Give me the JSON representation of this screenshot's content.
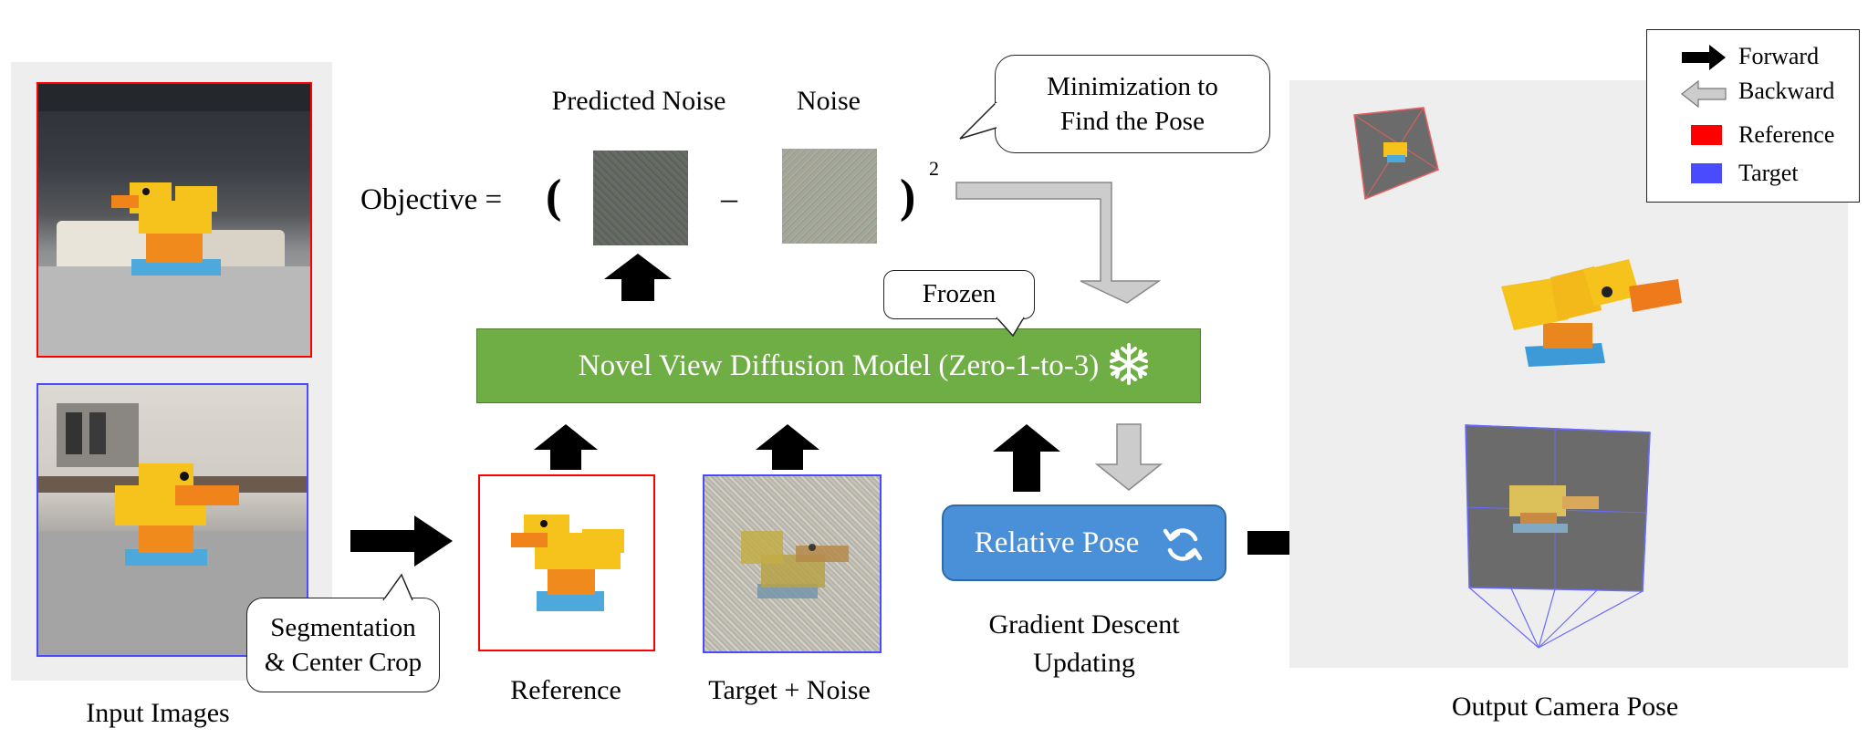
{
  "labels": {
    "input_images": "Input Images",
    "reference": "Reference",
    "target_noise": "Target + Noise",
    "output_camera_pose": "Output Camera Pose",
    "predicted_noise": "Predicted Noise",
    "noise": "Noise",
    "objective": "Objective =",
    "open_paren": "(",
    "minus": "–",
    "close_paren": ")",
    "exponent": "2",
    "gradient_descent_line1": "Gradient Descent",
    "gradient_descent_line2": "Updating"
  },
  "bubbles": {
    "segmentation_line1": "Segmentation",
    "segmentation_line2": "& Center Crop",
    "minimization_line1": "Minimization to",
    "minimization_line2": "Find the Pose",
    "frozen": "Frozen"
  },
  "boxes": {
    "diffusion_model": "Novel View Diffusion Model (Zero-1-to-3)",
    "relative_pose": "Relative Pose"
  },
  "legend": [
    {
      "label": "Forward",
      "kind": "arrow-black"
    },
    {
      "label": "Backward",
      "kind": "arrow-gray"
    },
    {
      "label": "Reference",
      "kind": "swatch",
      "color": "#ff0000"
    },
    {
      "label": "Target",
      "kind": "swatch",
      "color": "#4a4aff"
    }
  ],
  "colors": {
    "reference": "#ff0000",
    "target": "#4a4aff",
    "diffusion_green": "#6fae45",
    "pose_blue": "#4a90d9",
    "forward_arrow": "#000000",
    "backward_arrow": "#cccccc"
  },
  "icons": {
    "frozen": "snowflake-icon",
    "update": "refresh-icon"
  }
}
